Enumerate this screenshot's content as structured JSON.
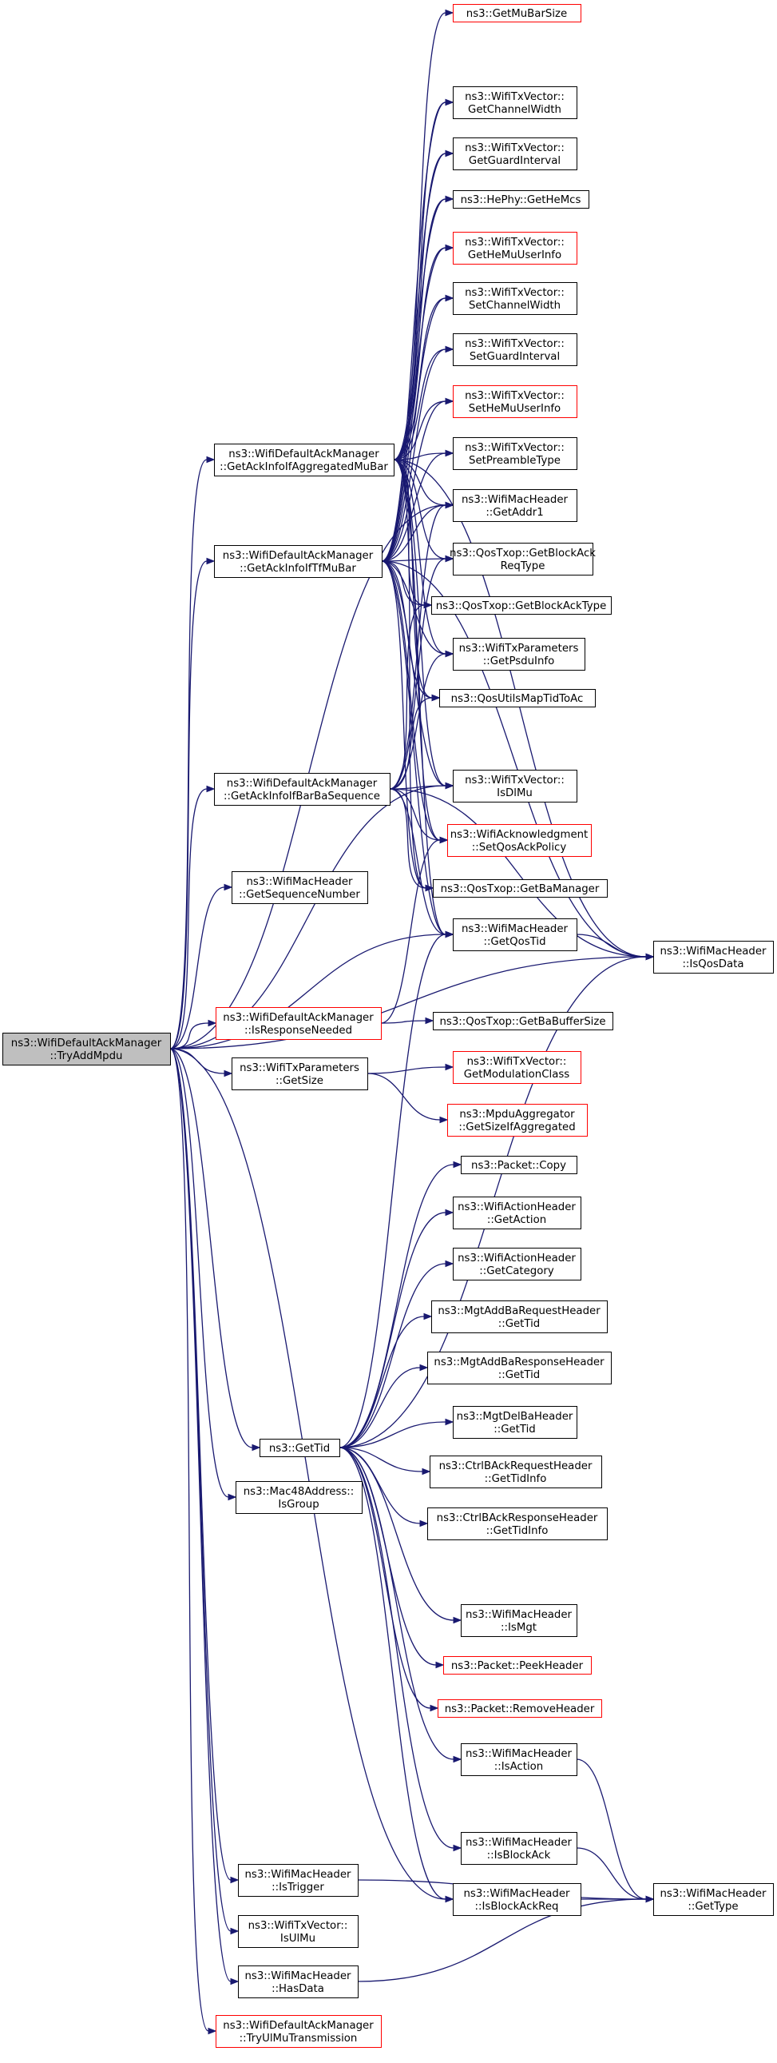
{
  "colors": {
    "edge": "#191970",
    "node_border": "#000000",
    "node_border_truncated": "#ff0000",
    "root_fill": "#bfbfbf",
    "node_fill": "#ffffff"
  },
  "nodes": [
    {
      "id": "root",
      "lines": [
        "ns3::WifiDefaultAckManager",
        "::TryAddMpdu"
      ],
      "root": true
    },
    {
      "id": "n1",
      "lines": [
        "ns3::WifiDefaultAckManager",
        "::GetAckInfoIfAggregatedMuBar"
      ]
    },
    {
      "id": "n2",
      "lines": [
        "ns3::WifiDefaultAckManager",
        "::GetAckInfoIfTfMuBar"
      ]
    },
    {
      "id": "n3",
      "lines": [
        "ns3::WifiDefaultAckManager",
        "::GetAckInfoIfBarBaSequence"
      ]
    },
    {
      "id": "n4",
      "lines": [
        "ns3::WifiMacHeader",
        "::GetSequenceNumber"
      ]
    },
    {
      "id": "n5",
      "lines": [
        "ns3::WifiDefaultAckManager",
        "::IsResponseNeeded"
      ],
      "red": true
    },
    {
      "id": "n6",
      "lines": [
        "ns3::WifiTxParameters",
        "::GetSize"
      ]
    },
    {
      "id": "n7",
      "lines": [
        "ns3::GetTid"
      ]
    },
    {
      "id": "n8",
      "lines": [
        "ns3::Mac48Address::",
        "IsGroup"
      ]
    },
    {
      "id": "n9",
      "lines": [
        "ns3::WifiMacHeader",
        "::IsTrigger"
      ]
    },
    {
      "id": "n10",
      "lines": [
        "ns3::WifiTxVector::",
        "IsUlMu"
      ]
    },
    {
      "id": "n11",
      "lines": [
        "ns3::WifiMacHeader",
        "::HasData"
      ]
    },
    {
      "id": "n12",
      "lines": [
        "ns3::WifiDefaultAckManager",
        "::TryUlMuTransmission"
      ],
      "red": true
    },
    {
      "id": "c1",
      "lines": [
        "ns3::GetMuBarSize"
      ],
      "red": true
    },
    {
      "id": "c2",
      "lines": [
        "ns3::WifiTxVector::",
        "GetChannelWidth"
      ]
    },
    {
      "id": "c3",
      "lines": [
        "ns3::WifiTxVector::",
        "GetGuardInterval"
      ]
    },
    {
      "id": "c4",
      "lines": [
        "ns3::HePhy::GetHeMcs"
      ]
    },
    {
      "id": "c5",
      "lines": [
        "ns3::WifiTxVector::",
        "GetHeMuUserInfo"
      ],
      "red": true
    },
    {
      "id": "c6",
      "lines": [
        "ns3::WifiTxVector::",
        "SetChannelWidth"
      ]
    },
    {
      "id": "c7",
      "lines": [
        "ns3::WifiTxVector::",
        "SetGuardInterval"
      ]
    },
    {
      "id": "c8",
      "lines": [
        "ns3::WifiTxVector::",
        "SetHeMuUserInfo"
      ],
      "red": true
    },
    {
      "id": "c9",
      "lines": [
        "ns3::WifiTxVector::",
        "SetPreambleType"
      ]
    },
    {
      "id": "c10",
      "lines": [
        "ns3::WifiMacHeader",
        "::GetAddr1"
      ]
    },
    {
      "id": "c11",
      "lines": [
        "ns3::QosTxop::GetBlockAck",
        "ReqType"
      ]
    },
    {
      "id": "c12",
      "lines": [
        "ns3::QosTxop::GetBlockAckType"
      ]
    },
    {
      "id": "c13",
      "lines": [
        "ns3::WifiTxParameters",
        "::GetPsduInfo"
      ]
    },
    {
      "id": "c14",
      "lines": [
        "ns3::QosUtilsMapTidToAc"
      ]
    },
    {
      "id": "c15",
      "lines": [
        "ns3::WifiTxVector::",
        "IsDlMu"
      ]
    },
    {
      "id": "c16",
      "lines": [
        "ns3::WifiAcknowledgment",
        "::SetQosAckPolicy"
      ],
      "red": true
    },
    {
      "id": "c17",
      "lines": [
        "ns3::QosTxop::GetBaManager"
      ]
    },
    {
      "id": "c18",
      "lines": [
        "ns3::WifiMacHeader",
        "::GetQosTid"
      ]
    },
    {
      "id": "c19",
      "lines": [
        "ns3::QosTxop::GetBaBufferSize"
      ]
    },
    {
      "id": "c20",
      "lines": [
        "ns3::WifiTxVector::",
        "GetModulationClass"
      ],
      "red": true
    },
    {
      "id": "c21",
      "lines": [
        "ns3::MpduAggregator",
        "::GetSizeIfAggregated"
      ],
      "red": true
    },
    {
      "id": "c22",
      "lines": [
        "ns3::Packet::Copy"
      ]
    },
    {
      "id": "c23",
      "lines": [
        "ns3::WifiActionHeader",
        "::GetAction"
      ]
    },
    {
      "id": "c24",
      "lines": [
        "ns3::WifiActionHeader",
        "::GetCategory"
      ]
    },
    {
      "id": "c25",
      "lines": [
        "ns3::MgtAddBaRequestHeader",
        "::GetTid"
      ]
    },
    {
      "id": "c26",
      "lines": [
        "ns3::MgtAddBaResponseHeader",
        "::GetTid"
      ]
    },
    {
      "id": "c27",
      "lines": [
        "ns3::MgtDelBaHeader",
        "::GetTid"
      ]
    },
    {
      "id": "c28",
      "lines": [
        "ns3::CtrlBAckRequestHeader",
        "::GetTidInfo"
      ]
    },
    {
      "id": "c29",
      "lines": [
        "ns3::CtrlBAckResponseHeader",
        "::GetTidInfo"
      ]
    },
    {
      "id": "c30",
      "lines": [
        "ns3::WifiMacHeader",
        "::IsMgt"
      ]
    },
    {
      "id": "c31",
      "lines": [
        "ns3::Packet::PeekHeader"
      ],
      "red": true
    },
    {
      "id": "c32",
      "lines": [
        "ns3::Packet::RemoveHeader"
      ],
      "red": true
    },
    {
      "id": "c33",
      "lines": [
        "ns3::WifiMacHeader",
        "::IsAction"
      ]
    },
    {
      "id": "c34",
      "lines": [
        "ns3::WifiMacHeader",
        "::IsBlockAck"
      ]
    },
    {
      "id": "c35",
      "lines": [
        "ns3::WifiMacHeader",
        "::IsBlockAckReq"
      ]
    },
    {
      "id": "d1",
      "lines": [
        "ns3::WifiMacHeader",
        "::IsQosData"
      ]
    },
    {
      "id": "d2",
      "lines": [
        "ns3::WifiMacHeader",
        "::GetType"
      ]
    }
  ],
  "edges": [
    [
      "root",
      "n1"
    ],
    [
      "root",
      "n2"
    ],
    [
      "root",
      "n3"
    ],
    [
      "root",
      "n4"
    ],
    [
      "root",
      "n5"
    ],
    [
      "root",
      "n6"
    ],
    [
      "root",
      "n7"
    ],
    [
      "root",
      "n8"
    ],
    [
      "root",
      "n9"
    ],
    [
      "root",
      "n10"
    ],
    [
      "root",
      "n11"
    ],
    [
      "root",
      "n12"
    ],
    [
      "root",
      "c18"
    ],
    [
      "root",
      "c15"
    ],
    [
      "root",
      "c35"
    ],
    [
      "root",
      "d1"
    ],
    [
      "root",
      "c10"
    ],
    [
      "n1",
      "c1"
    ],
    [
      "n1",
      "c2"
    ],
    [
      "n1",
      "c3"
    ],
    [
      "n1",
      "c4"
    ],
    [
      "n1",
      "c5"
    ],
    [
      "n1",
      "c6"
    ],
    [
      "n1",
      "c7"
    ],
    [
      "n1",
      "c8"
    ],
    [
      "n1",
      "c9"
    ],
    [
      "n1",
      "c10"
    ],
    [
      "n1",
      "c11"
    ],
    [
      "n1",
      "c12"
    ],
    [
      "n1",
      "c13"
    ],
    [
      "n1",
      "c14"
    ],
    [
      "n1",
      "c15"
    ],
    [
      "n1",
      "c16"
    ],
    [
      "n1",
      "c17"
    ],
    [
      "n1",
      "c18"
    ],
    [
      "n1",
      "d1"
    ],
    [
      "n2",
      "c2"
    ],
    [
      "n2",
      "c3"
    ],
    [
      "n2",
      "c4"
    ],
    [
      "n2",
      "c5"
    ],
    [
      "n2",
      "c6"
    ],
    [
      "n2",
      "c7"
    ],
    [
      "n2",
      "c8"
    ],
    [
      "n2",
      "c9"
    ],
    [
      "n2",
      "c10"
    ],
    [
      "n2",
      "c11"
    ],
    [
      "n2",
      "c12"
    ],
    [
      "n2",
      "c13"
    ],
    [
      "n2",
      "c14"
    ],
    [
      "n2",
      "c15"
    ],
    [
      "n2",
      "c16"
    ],
    [
      "n2",
      "c17"
    ],
    [
      "n2",
      "c18"
    ],
    [
      "n2",
      "d1"
    ],
    [
      "n3",
      "c10"
    ],
    [
      "n3",
      "c11"
    ],
    [
      "n3",
      "c12"
    ],
    [
      "n3",
      "c13"
    ],
    [
      "n3",
      "c14"
    ],
    [
      "n3",
      "c15"
    ],
    [
      "n3",
      "c16"
    ],
    [
      "n3",
      "c17"
    ],
    [
      "n3",
      "c18"
    ],
    [
      "n3",
      "d1"
    ],
    [
      "n5",
      "c16"
    ],
    [
      "n5",
      "c19"
    ],
    [
      "n6",
      "c20"
    ],
    [
      "n6",
      "c21"
    ],
    [
      "n7",
      "c18"
    ],
    [
      "n7",
      "c22"
    ],
    [
      "n7",
      "c23"
    ],
    [
      "n7",
      "c24"
    ],
    [
      "n7",
      "c25"
    ],
    [
      "n7",
      "c26"
    ],
    [
      "n7",
      "c27"
    ],
    [
      "n7",
      "c28"
    ],
    [
      "n7",
      "c29"
    ],
    [
      "n7",
      "c30"
    ],
    [
      "n7",
      "c31"
    ],
    [
      "n7",
      "c32"
    ],
    [
      "n7",
      "c33"
    ],
    [
      "n7",
      "c34"
    ],
    [
      "n7",
      "c35"
    ],
    [
      "n7",
      "d1"
    ],
    [
      "c18",
      "d1"
    ],
    [
      "c33",
      "d2"
    ],
    [
      "c34",
      "d2"
    ],
    [
      "c35",
      "d2"
    ],
    [
      "n9",
      "d2"
    ],
    [
      "n11",
      "d2"
    ]
  ]
}
